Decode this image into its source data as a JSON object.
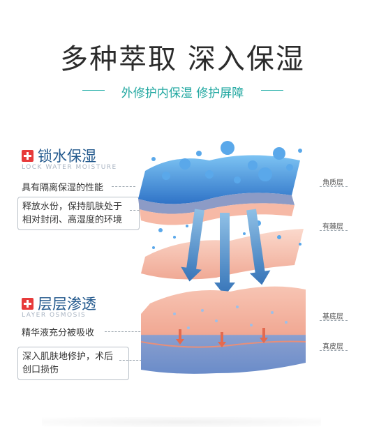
{
  "header": {
    "title": "多种萃取  深入保湿",
    "subtitle": "外修护内保湿 修护屏障"
  },
  "section1": {
    "title": "锁水保湿",
    "subtitle": "LOCK WATER MOISTURE",
    "line1": "具有隔离保湿的性能",
    "box_line1": "释放水份，保持肌肤处于",
    "box_line2": "相对封闭、高湿度的环境"
  },
  "section2": {
    "title": "层层渗透",
    "subtitle": "LAYER OSMOSIS",
    "line1": "精华液充分被吸收",
    "box_line1": "深入肌肤地修护，术后",
    "box_line2": "创口损伤"
  },
  "layers": {
    "l1": "角质层",
    "l2": "有棘层",
    "l3": "基底层",
    "l4": "真皮层"
  },
  "colors": {
    "accent": "#22a8a1",
    "red_cross": "#e73b3b",
    "section_title": "#23598d",
    "water_blue": "#3b8fe0",
    "skin_pink": "#f3b6a4"
  }
}
